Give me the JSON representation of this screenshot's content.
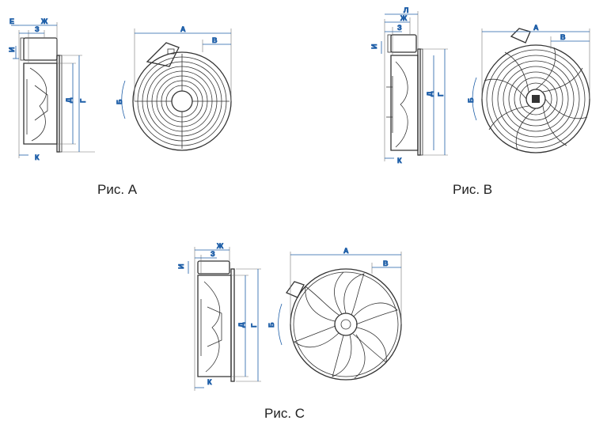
{
  "figures": [
    {
      "id": "a",
      "caption": "Рис. А",
      "side_labels": [
        "Е",
        "Ж",
        "З",
        "И",
        "Д",
        "Г",
        "К"
      ],
      "front_labels": [
        "А",
        "В",
        "Б"
      ],
      "grille": "concentric"
    },
    {
      "id": "b",
      "caption": "Рис. В",
      "side_labels": [
        "Л",
        "Ж",
        "З",
        "И",
        "Д",
        "Г",
        "К"
      ],
      "front_labels": [
        "А",
        "В",
        "Б"
      ],
      "grille": "spiral"
    },
    {
      "id": "c",
      "caption": "Рис. С",
      "side_labels": [
        "Ж",
        "З",
        "И",
        "Д",
        "Г",
        "К"
      ],
      "front_labels": [
        "А",
        "В",
        "Б"
      ],
      "grille": "blades"
    }
  ],
  "colors": {
    "dimension": "#1f5fa8",
    "outline": "#333333",
    "caption": "#222222"
  }
}
